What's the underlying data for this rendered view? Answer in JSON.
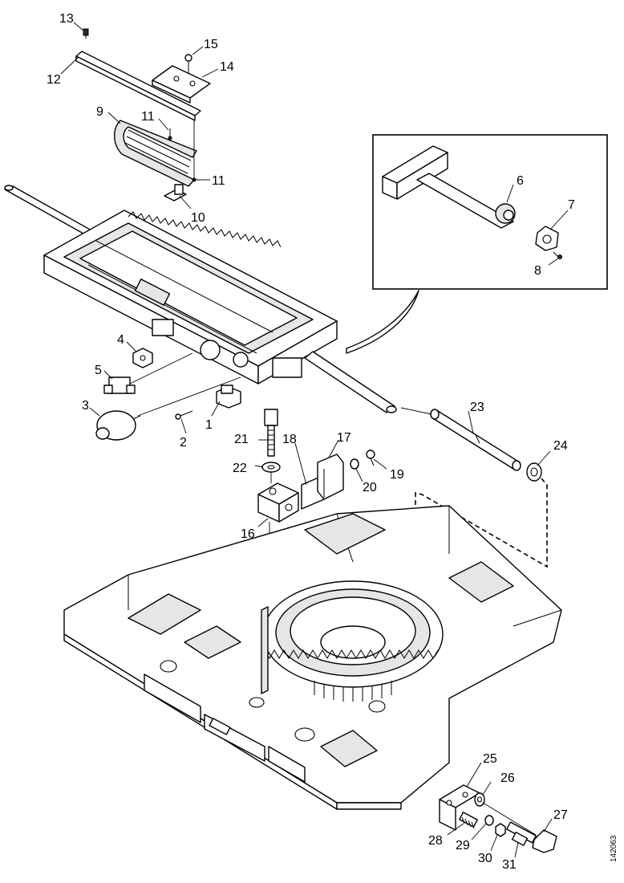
{
  "callouts": {
    "c1": "1",
    "c2": "2",
    "c3": "3",
    "c4": "4",
    "c5": "5",
    "c6": "6",
    "c7": "7",
    "c8": "8",
    "c9": "9",
    "c10": "10",
    "c11a": "11",
    "c11b": "11",
    "c12": "12",
    "c13": "13",
    "c14": "14",
    "c15": "15",
    "c16": "16",
    "c17": "17",
    "c18": "18",
    "c19": "19",
    "c20": "20",
    "c21": "21",
    "c22": "22",
    "c23": "23",
    "c24": "24",
    "c25": "25",
    "c26": "26",
    "c27": "27",
    "c28": "28",
    "c29": "29",
    "c30": "30",
    "c31": "31"
  },
  "document_id": "142063"
}
